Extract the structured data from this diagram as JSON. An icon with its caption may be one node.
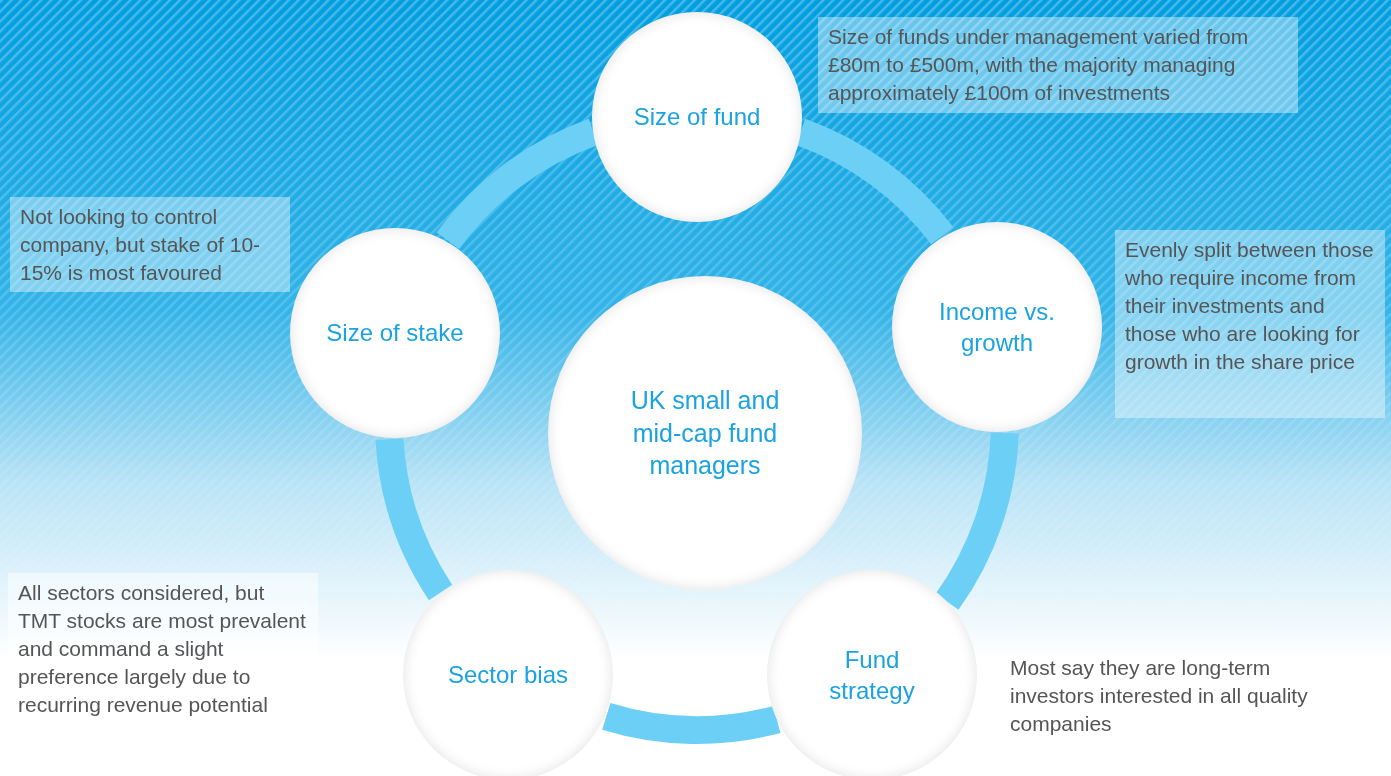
{
  "diagram": {
    "nodes": [
      {
        "text": [
          "UK small and mid-cap fund managers"
        ]
      },
      {
        "text": [
          "Size of fund"
        ]
      },
      {
        "text": [
          "Income vs. growth"
        ]
      },
      {
        "text": [
          "Fund strategy"
        ],
        "beside": [
          "Most say they are long-term investors interested in all quality companies"
        ]
      },
      {
        "text": [
          "Sector bias"
        ]
      },
      {
        "text": [
          "Size of stake"
        ]
      },
      {
        "text": [
          "Size of funds under management varied from £80m to £500m, with the majority managing approximately £100m of investments"
        ]
      },
      {
        "text": [
          "Evenly split between those who require income from their investments and those who are looking for growth in the share price"
        ]
      },
      {
        "text": [
          "All sectors considered, but TMT stocks are most prevalent and command a slight preference largely due to recurring revenue potential"
        ]
      },
      {
        "text": [
          "Not looking to control company, but stake of 10-15% is most favoured"
        ]
      }
    ],
    "edges": [
      {
        "from": 1,
        "to": 2,
        "arrow": "none"
      },
      {
        "from": 2,
        "to": 3,
        "arrow": "none"
      },
      {
        "from": 3,
        "to": 4,
        "arrow": "none"
      },
      {
        "from": 4,
        "to": 5,
        "arrow": "none"
      },
      {
        "from": 5,
        "to": 1,
        "arrow": "none"
      }
    ]
  }
}
